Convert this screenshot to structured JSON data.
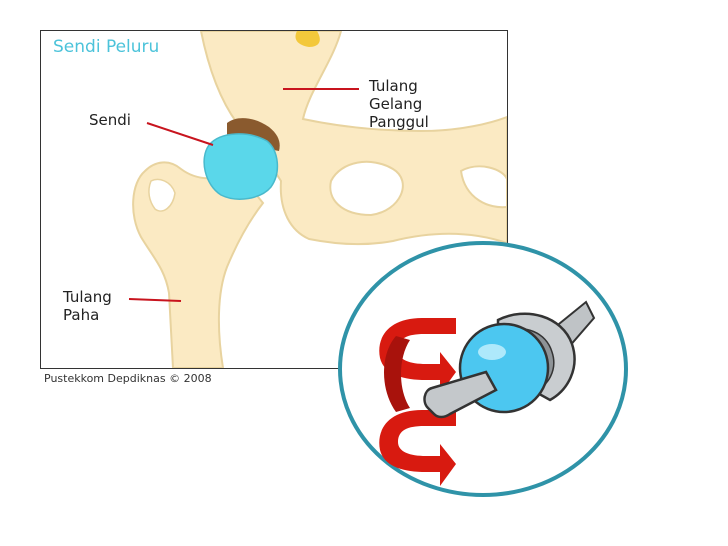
{
  "diagram": {
    "title": "Sendi Peluru",
    "labels": {
      "sendi": "Sendi",
      "gelang_1": "Tulang",
      "gelang_2": "Gelang",
      "gelang_3": "Panggul",
      "paha_1": "Tulang",
      "paha_2": "Paha"
    },
    "credit": "Pustekkom Depdiknas © 2008"
  },
  "colors": {
    "bone": "#fbeac3",
    "bone_edge": "#e8d39f",
    "joint": "#5ad7ea",
    "leader_line": "#c8141e",
    "circle": "#2f93a8",
    "arrow": "#d81a10"
  },
  "icons": {
    "pelvis": "pelvis-bone-icon",
    "femur": "femur-bone-icon",
    "ball_joint": "ball-joint-icon",
    "rotation": "rotation-arrows-icon"
  }
}
